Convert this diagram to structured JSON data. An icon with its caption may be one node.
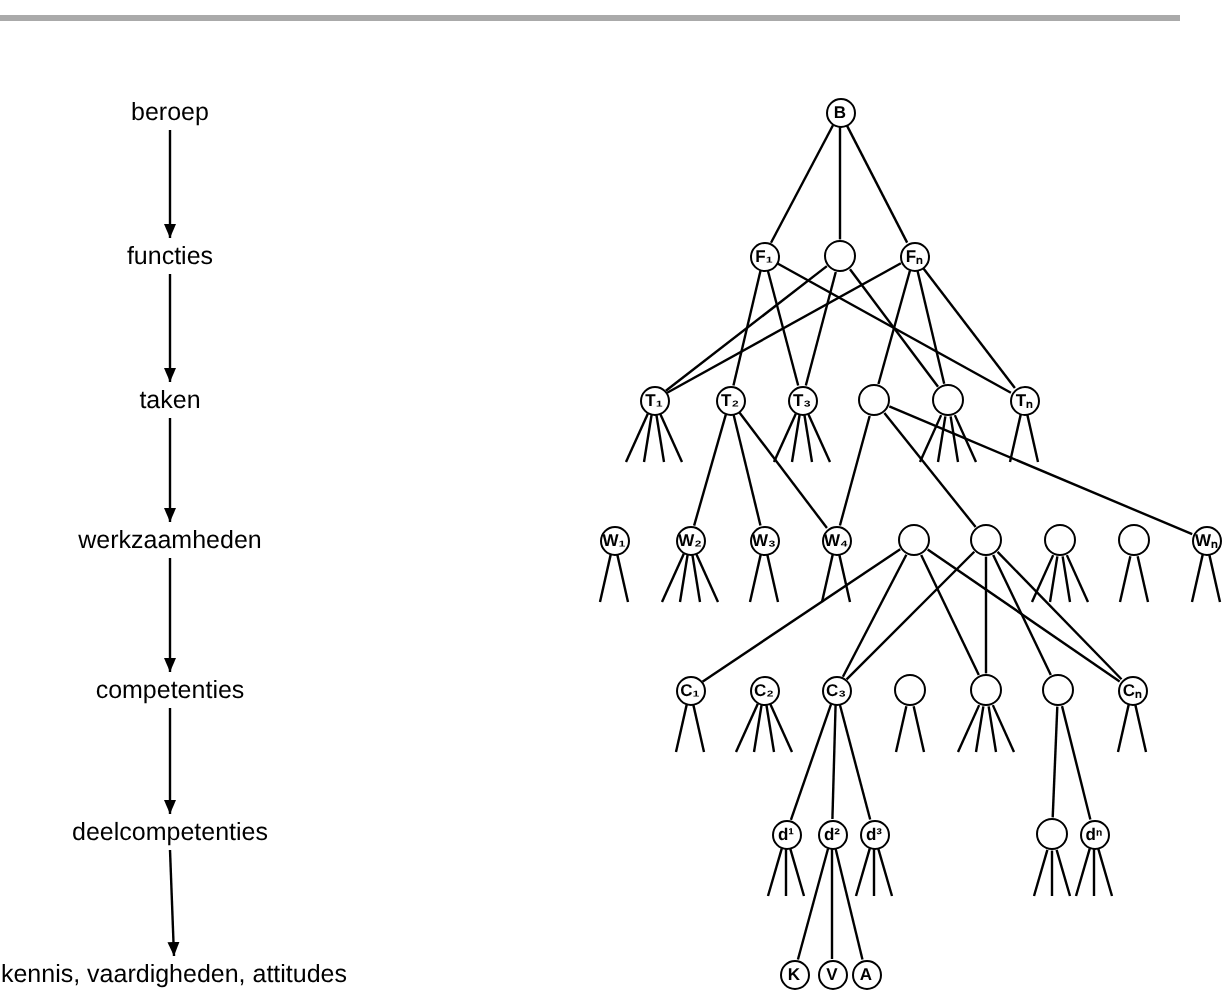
{
  "diagram": {
    "nodes": [
      {
        "text": [
          "beroep"
        ]
      },
      {
        "text": [
          "functies"
        ]
      },
      {
        "text": [
          "taken"
        ]
      },
      {
        "text": [
          "werkzaamheden"
        ]
      },
      {
        "text": [
          "competenties"
        ]
      },
      {
        "text": [
          "deelcompetenties"
        ]
      },
      {
        "text": [
          "kennis, vaardigheden, attitudes"
        ]
      },
      {
        "text": [
          "B"
        ]
      },
      {
        "text": [
          "F₁"
        ]
      },
      {
        "text": [],
        "shape": "circle"
      },
      {
        "text": [
          "Fₙ"
        ]
      },
      {
        "text": [
          "T₁"
        ]
      },
      {
        "text": [
          "T₂"
        ]
      },
      {
        "text": [
          "T₃"
        ]
      },
      {
        "text": [],
        "shape": "circle"
      },
      {
        "text": [],
        "shape": "circle"
      },
      {
        "text": [
          "Tₙ"
        ]
      },
      {
        "text": [
          "W₁"
        ]
      },
      {
        "text": [
          "W₂"
        ]
      },
      {
        "text": [
          "W₃"
        ]
      },
      {
        "text": [
          "W₄"
        ]
      },
      {
        "text": [],
        "shape": "circle"
      },
      {
        "text": [],
        "shape": "circle"
      },
      {
        "text": [],
        "shape": "circle"
      },
      {
        "text": [],
        "shape": "circle"
      },
      {
        "text": [
          "Wₙ"
        ]
      },
      {
        "text": [
          "C₁"
        ]
      },
      {
        "text": [
          "C₂"
        ]
      },
      {
        "text": [
          "C₃"
        ]
      },
      {
        "text": [],
        "shape": "circle"
      },
      {
        "text": [],
        "shape": "circle"
      },
      {
        "text": [],
        "shape": "circle"
      },
      {
        "text": [
          "Cₙ"
        ]
      },
      {
        "text": [
          "d¹"
        ]
      },
      {
        "text": [
          "d²"
        ]
      },
      {
        "text": [
          "d³"
        ]
      },
      {
        "text": [],
        "shape": "circle"
      },
      {
        "text": [
          "dⁿ"
        ]
      },
      {
        "text": [
          "K"
        ]
      },
      {
        "text": [
          "V"
        ]
      },
      {
        "text": [
          "A"
        ]
      }
    ],
    "edges": [
      {
        "from": 0,
        "to": 1,
        "arrow": "to"
      },
      {
        "from": 1,
        "to": 2,
        "arrow": "to"
      },
      {
        "from": 2,
        "to": 3,
        "arrow": "to"
      },
      {
        "from": 3,
        "to": 4,
        "arrow": "to"
      },
      {
        "from": 4,
        "to": 5,
        "arrow": "to"
      },
      {
        "from": 5,
        "to": 6,
        "arrow": "to"
      },
      {
        "from": 7,
        "to": 8,
        "arrow": "none"
      },
      {
        "from": 7,
        "to": 9,
        "arrow": "none"
      },
      {
        "from": 7,
        "to": 10,
        "arrow": "none"
      },
      {
        "from": 8,
        "to": 12,
        "arrow": "none"
      },
      {
        "from": 8,
        "to": 13,
        "arrow": "none"
      },
      {
        "from": 8,
        "to": 16,
        "arrow": "none"
      },
      {
        "from": 9,
        "to": 11,
        "arrow": "none"
      },
      {
        "from": 9,
        "to": 13,
        "arrow": "none"
      },
      {
        "from": 9,
        "to": 15,
        "arrow": "none"
      },
      {
        "from": 10,
        "to": 11,
        "arrow": "none"
      },
      {
        "from": 10,
        "to": 14,
        "arrow": "none"
      },
      {
        "from": 10,
        "to": 15,
        "arrow": "none"
      },
      {
        "from": 10,
        "to": 16,
        "arrow": "none"
      },
      {
        "from": 11,
        "to": null,
        "arrow": "none"
      },
      {
        "from": 11,
        "to": null,
        "arrow": "none"
      },
      {
        "from": 11,
        "to": null,
        "arrow": "none"
      },
      {
        "from": 11,
        "to": null,
        "arrow": "none"
      },
      {
        "from": 12,
        "to": 18,
        "arrow": "none"
      },
      {
        "from": 12,
        "to": 19,
        "arrow": "none"
      },
      {
        "from": 12,
        "to": 20,
        "arrow": "none"
      },
      {
        "from": 13,
        "to": null,
        "arrow": "none"
      },
      {
        "from": 13,
        "to": null,
        "arrow": "none"
      },
      {
        "from": 13,
        "to": null,
        "arrow": "none"
      },
      {
        "from": 13,
        "to": null,
        "arrow": "none"
      },
      {
        "from": 14,
        "to": 20,
        "arrow": "none"
      },
      {
        "from": 14,
        "to": 22,
        "arrow": "none"
      },
      {
        "from": 14,
        "to": 25,
        "arrow": "none"
      },
      {
        "from": 15,
        "to": null,
        "arrow": "none"
      },
      {
        "from": 15,
        "to": null,
        "arrow": "none"
      },
      {
        "from": 15,
        "to": null,
        "arrow": "none"
      },
      {
        "from": 15,
        "to": null,
        "arrow": "none"
      },
      {
        "from": 16,
        "to": null,
        "arrow": "none"
      },
      {
        "from": 16,
        "to": null,
        "arrow": "none"
      },
      {
        "from": 17,
        "to": null,
        "arrow": "none"
      },
      {
        "from": 17,
        "to": null,
        "arrow": "none"
      },
      {
        "from": 18,
        "to": null,
        "arrow": "none"
      },
      {
        "from": 18,
        "to": null,
        "arrow": "none"
      },
      {
        "from": 18,
        "to": null,
        "arrow": "none"
      },
      {
        "from": 18,
        "to": null,
        "arrow": "none"
      },
      {
        "from": 19,
        "to": null,
        "arrow": "none"
      },
      {
        "from": 19,
        "to": null,
        "arrow": "none"
      },
      {
        "from": 20,
        "to": null,
        "arrow": "none"
      },
      {
        "from": 20,
        "to": null,
        "arrow": "none"
      },
      {
        "from": 21,
        "to": 26,
        "arrow": "none"
      },
      {
        "from": 21,
        "to": 28,
        "arrow": "none"
      },
      {
        "from": 21,
        "to": 30,
        "arrow": "none"
      },
      {
        "from": 21,
        "to": 32,
        "arrow": "none"
      },
      {
        "from": 22,
        "to": 28,
        "arrow": "none"
      },
      {
        "from": 22,
        "to": 30,
        "arrow": "none"
      },
      {
        "from": 22,
        "to": 31,
        "arrow": "none"
      },
      {
        "from": 22,
        "to": 32,
        "arrow": "none"
      },
      {
        "from": 23,
        "to": null,
        "arrow": "none"
      },
      {
        "from": 23,
        "to": null,
        "arrow": "none"
      },
      {
        "from": 23,
        "to": null,
        "arrow": "none"
      },
      {
        "from": 23,
        "to": null,
        "arrow": "none"
      },
      {
        "from": 24,
        "to": null,
        "arrow": "none"
      },
      {
        "from": 24,
        "to": null,
        "arrow": "none"
      },
      {
        "from": 25,
        "to": null,
        "arrow": "none"
      },
      {
        "from": 25,
        "to": null,
        "arrow": "none"
      },
      {
        "from": 26,
        "to": null,
        "arrow": "none"
      },
      {
        "from": 26,
        "to": null,
        "arrow": "none"
      },
      {
        "from": 27,
        "to": null,
        "arrow": "none"
      },
      {
        "from": 27,
        "to": null,
        "arrow": "none"
      },
      {
        "from": 27,
        "to": null,
        "arrow": "none"
      },
      {
        "from": 27,
        "to": null,
        "arrow": "none"
      },
      {
        "from": 28,
        "to": 33,
        "arrow": "none"
      },
      {
        "from": 28,
        "to": 34,
        "arrow": "none"
      },
      {
        "from": 28,
        "to": 35,
        "arrow": "none"
      },
      {
        "from": 29,
        "to": null,
        "arrow": "none"
      },
      {
        "from": 29,
        "to": null,
        "arrow": "none"
      },
      {
        "from": 30,
        "to": null,
        "arrow": "none"
      },
      {
        "from": 30,
        "to": null,
        "arrow": "none"
      },
      {
        "from": 30,
        "to": null,
        "arrow": "none"
      },
      {
        "from": 30,
        "to": null,
        "arrow": "none"
      },
      {
        "from": 31,
        "to": 36,
        "arrow": "none"
      },
      {
        "from": 31,
        "to": 37,
        "arrow": "none"
      },
      {
        "from": 32,
        "to": null,
        "arrow": "none"
      },
      {
        "from": 32,
        "to": null,
        "arrow": "none"
      },
      {
        "from": 33,
        "to": null,
        "arrow": "none"
      },
      {
        "from": 33,
        "to": null,
        "arrow": "none"
      },
      {
        "from": 33,
        "to": null,
        "arrow": "none"
      },
      {
        "from": 34,
        "to": 38,
        "arrow": "none"
      },
      {
        "from": 34,
        "to": 39,
        "arrow": "none"
      },
      {
        "from": 34,
        "to": 40,
        "arrow": "none"
      },
      {
        "from": 35,
        "to": null,
        "arrow": "none"
      },
      {
        "from": 35,
        "to": null,
        "arrow": "none"
      },
      {
        "from": 35,
        "to": null,
        "arrow": "none"
      },
      {
        "from": 36,
        "to": null,
        "arrow": "none"
      },
      {
        "from": 36,
        "to": null,
        "arrow": "none"
      },
      {
        "from": 36,
        "to": null,
        "arrow": "none"
      },
      {
        "from": 37,
        "to": null,
        "arrow": "none"
      },
      {
        "from": 37,
        "to": null,
        "arrow": "none"
      },
      {
        "from": 37,
        "to": null,
        "arrow": "none"
      }
    ]
  }
}
